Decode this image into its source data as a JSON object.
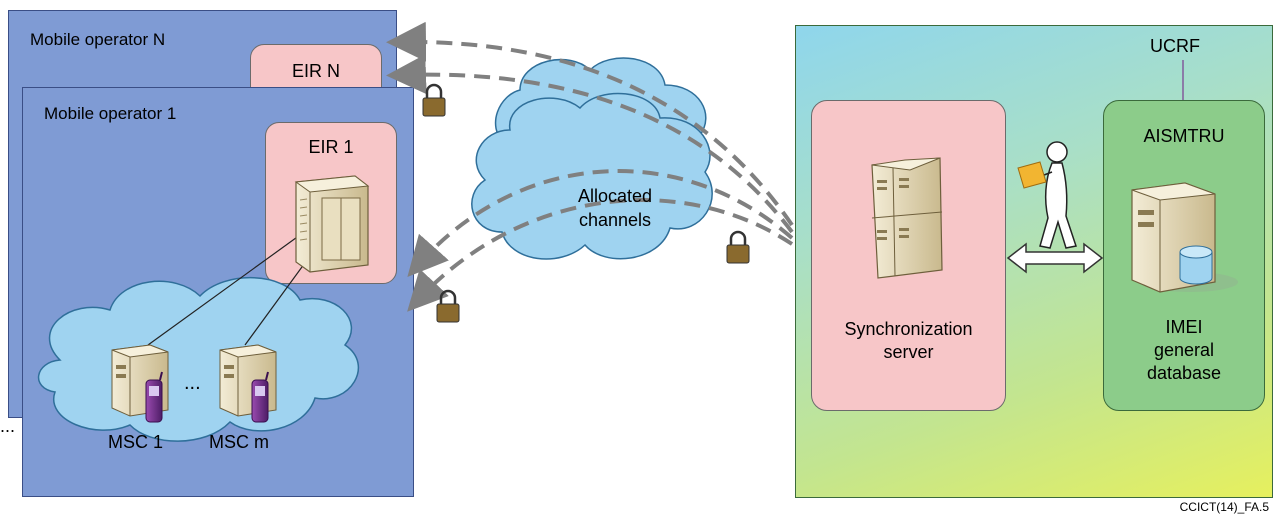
{
  "operators": {
    "back_label": "Mobile operator N",
    "front_label": "Mobile operator 1",
    "eir_back": "EIR N",
    "eir_front": "EIR 1",
    "msc_left": "MSC 1",
    "msc_right": "MSC m",
    "msc_ellipsis": "...",
    "more_ellipsis": "..."
  },
  "network": {
    "label_line1": "Allocated",
    "label_line2": "channels"
  },
  "ucrf": {
    "label": "UCRF",
    "sync_line1": "Synchronization",
    "sync_line2": "server",
    "aism_label": "AISMTRU",
    "db_line1": "IMEI",
    "db_line2": "general",
    "db_line3": "database"
  },
  "caption": "CCICT(14)_FA.5",
  "colors": {
    "operator_fill": "#7f9bd4",
    "eir_fill": "#f7c6c8",
    "cloud_fill": "#9fd3f0",
    "aism_fill": "#8ccc8a",
    "arrow_gray": "#808080"
  },
  "icons": [
    "padlock-icon",
    "server-cabinet-icon",
    "server-tower-icon",
    "mobile-phone-icon",
    "person-icon",
    "envelope-icon",
    "database-icon"
  ]
}
